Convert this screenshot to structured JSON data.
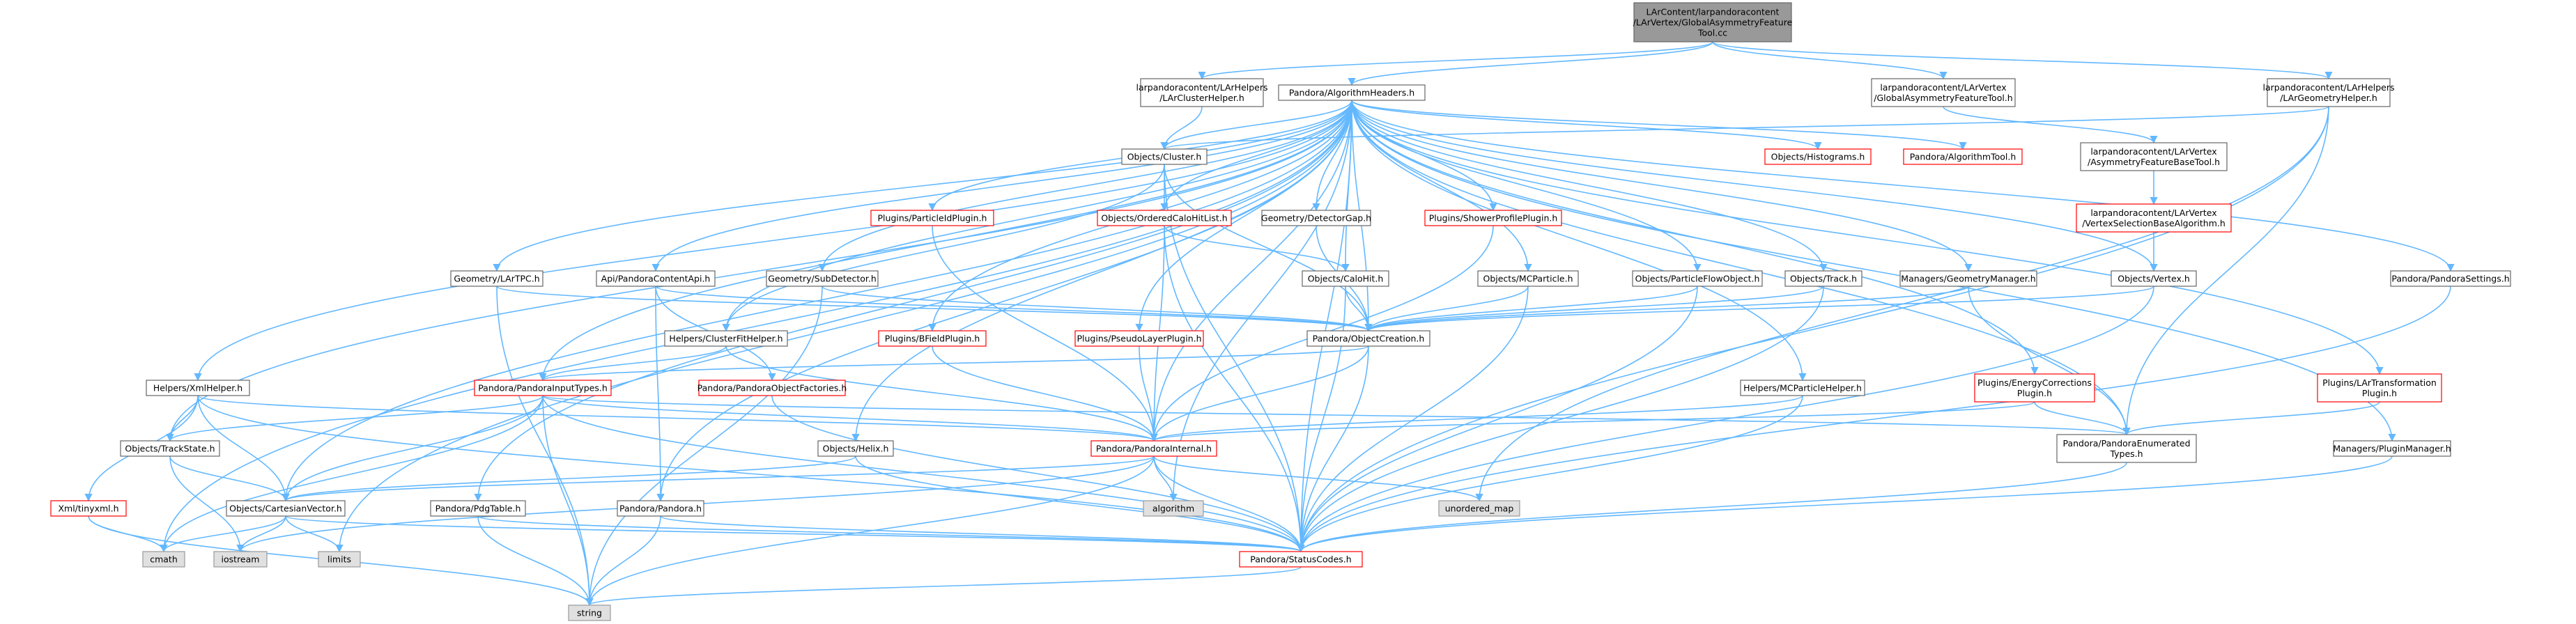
{
  "diagram": {
    "colors": {
      "edge": "#63b8ff",
      "node_border": "#666666",
      "node_border_undocumented": "#ff0000",
      "system_node_fill": "#e0e0e0",
      "root_node_fill": "#999999"
    },
    "nodes": [
      {
        "id": "root",
        "kind": "root",
        "lines": [
          "LArContent/larpandoracontent",
          "/LArVertex/GlobalAsymmetryFeature",
          "Tool.cc"
        ]
      },
      {
        "id": "clusterhelper",
        "kind": "normal",
        "lines": [
          "larpandoracontent/LArHelpers",
          "/LArClusterHelper.h"
        ]
      },
      {
        "id": "algheaders",
        "kind": "normal",
        "lines": [
          "Pandora/AlgorithmHeaders.h"
        ]
      },
      {
        "id": "gaft_h",
        "kind": "normal",
        "lines": [
          "larpandoracontent/LArVertex",
          "/GlobalAsymmetryFeatureTool.h"
        ]
      },
      {
        "id": "geomhelper",
        "kind": "normal",
        "lines": [
          "larpandoracontent/LArHelpers",
          "/LArGeometryHelper.h"
        ]
      },
      {
        "id": "cluster",
        "kind": "normal",
        "lines": [
          "Objects/Cluster.h"
        ]
      },
      {
        "id": "histograms",
        "kind": "red",
        "lines": [
          "Objects/Histograms.h"
        ]
      },
      {
        "id": "algtool",
        "kind": "red",
        "lines": [
          "Pandora/AlgorithmTool.h"
        ]
      },
      {
        "id": "asymbase",
        "kind": "normal",
        "lines": [
          "larpandoracontent/LArVertex",
          "/AsymmetryFeatureBaseTool.h"
        ]
      },
      {
        "id": "pidplugin",
        "kind": "red",
        "lines": [
          "Plugins/ParticleIdPlugin.h"
        ]
      },
      {
        "id": "detgap",
        "kind": "normal",
        "lines": [
          "Geometry/DetectorGap.h"
        ]
      },
      {
        "id": "showerplugin",
        "kind": "red",
        "lines": [
          "Plugins/ShowerProfilePlugin.h"
        ]
      },
      {
        "id": "orderedcalo",
        "kind": "red",
        "lines": [
          "Objects/OrderedCaloHitList.h"
        ]
      },
      {
        "id": "vertexsel",
        "kind": "red",
        "lines": [
          "larpandoracontent/LArVertex",
          "/VertexSelectionBaseAlgorithm.h"
        ]
      },
      {
        "id": "lartpc",
        "kind": "normal",
        "lines": [
          "Geometry/LArTPC.h"
        ]
      },
      {
        "id": "contentapi",
        "kind": "normal",
        "lines": [
          "Api/PandoraContentApi.h"
        ]
      },
      {
        "id": "subdetector",
        "kind": "normal",
        "lines": [
          "Geometry/SubDetector.h"
        ]
      },
      {
        "id": "calohit",
        "kind": "normal",
        "lines": [
          "Objects/CaloHit.h"
        ]
      },
      {
        "id": "mcparticle",
        "kind": "normal",
        "lines": [
          "Objects/MCParticle.h"
        ]
      },
      {
        "id": "pfo",
        "kind": "normal",
        "lines": [
          "Objects/ParticleFlowObject.h"
        ]
      },
      {
        "id": "track",
        "kind": "normal",
        "lines": [
          "Objects/Track.h"
        ]
      },
      {
        "id": "geommanager",
        "kind": "normal",
        "lines": [
          "Managers/GeometryManager.h"
        ]
      },
      {
        "id": "vertex",
        "kind": "normal",
        "lines": [
          "Objects/Vertex.h"
        ]
      },
      {
        "id": "settings",
        "kind": "normal",
        "lines": [
          "Pandora/PandoraSettings.h"
        ]
      },
      {
        "id": "bfield",
        "kind": "red",
        "lines": [
          "Plugins/BFieldPlugin.h"
        ]
      },
      {
        "id": "pseudolayer",
        "kind": "red",
        "lines": [
          "Plugins/PseudoLayerPlugin.h"
        ]
      },
      {
        "id": "objcreation",
        "kind": "normal",
        "lines": [
          "Pandora/ObjectCreation.h"
        ]
      },
      {
        "id": "clusterfit",
        "kind": "normal",
        "lines": [
          "Helpers/ClusterFitHelper.h"
        ]
      },
      {
        "id": "xmlhelper",
        "kind": "normal",
        "lines": [
          "Helpers/XmlHelper.h"
        ]
      },
      {
        "id": "inputtypes",
        "kind": "red",
        "lines": [
          "Pandora/PandoraInputTypes.h"
        ]
      },
      {
        "id": "objfactories",
        "kind": "red",
        "lines": [
          "Pandora/PandoraObjectFactories.h"
        ]
      },
      {
        "id": "mcphelper",
        "kind": "normal",
        "lines": [
          "Helpers/MCParticleHelper.h"
        ]
      },
      {
        "id": "energycorr",
        "kind": "red",
        "lines": [
          "Plugins/EnergyCorrections",
          "Plugin.h"
        ]
      },
      {
        "id": "lartransform",
        "kind": "red",
        "lines": [
          "Plugins/LArTransformation",
          "Plugin.h"
        ]
      },
      {
        "id": "trackstate",
        "kind": "normal",
        "lines": [
          "Objects/TrackState.h"
        ]
      },
      {
        "id": "helix",
        "kind": "normal",
        "lines": [
          "Objects/Helix.h"
        ]
      },
      {
        "id": "internal",
        "kind": "red",
        "lines": [
          "Pandora/PandoraInternal.h"
        ]
      },
      {
        "id": "enumerated",
        "kind": "normal",
        "lines": [
          "Pandora/PandoraEnumerated",
          "Types.h"
        ]
      },
      {
        "id": "pluginmanager",
        "kind": "normal",
        "lines": [
          "Managers/PluginManager.h"
        ]
      },
      {
        "id": "tinyxml",
        "kind": "red",
        "lines": [
          "Xml/tinyxml.h"
        ]
      },
      {
        "id": "cartesian",
        "kind": "normal",
        "lines": [
          "Objects/CartesianVector.h"
        ]
      },
      {
        "id": "pdgtable",
        "kind": "normal",
        "lines": [
          "Pandora/PdgTable.h"
        ]
      },
      {
        "id": "pandora",
        "kind": "normal",
        "lines": [
          "Pandora/Pandora.h"
        ]
      },
      {
        "id": "algorithm",
        "kind": "ext",
        "lines": [
          "algorithm"
        ]
      },
      {
        "id": "unordered_map",
        "kind": "ext",
        "lines": [
          "unordered_map"
        ]
      },
      {
        "id": "cmath",
        "kind": "ext",
        "lines": [
          "cmath"
        ]
      },
      {
        "id": "iostream",
        "kind": "ext",
        "lines": [
          "iostream"
        ]
      },
      {
        "id": "limits",
        "kind": "ext",
        "lines": [
          "limits"
        ]
      },
      {
        "id": "statuscodes",
        "kind": "red",
        "lines": [
          "Pandora/StatusCodes.h"
        ]
      },
      {
        "id": "string",
        "kind": "ext",
        "lines": [
          "string"
        ]
      }
    ],
    "edges": [
      [
        "root",
        "clusterhelper"
      ],
      [
        "root",
        "algheaders"
      ],
      [
        "root",
        "gaft_h"
      ],
      [
        "root",
        "geomhelper"
      ],
      [
        "clusterhelper",
        "cluster"
      ],
      [
        "algheaders",
        "cluster"
      ],
      [
        "algheaders",
        "histograms"
      ],
      [
        "algheaders",
        "algtool"
      ],
      [
        "algheaders",
        "pidplugin"
      ],
      [
        "algheaders",
        "detgap"
      ],
      [
        "algheaders",
        "showerplugin"
      ],
      [
        "algheaders",
        "orderedcalo"
      ],
      [
        "algheaders",
        "lartpc"
      ],
      [
        "algheaders",
        "contentapi"
      ],
      [
        "algheaders",
        "subdetector"
      ],
      [
        "algheaders",
        "calohit"
      ],
      [
        "algheaders",
        "mcparticle"
      ],
      [
        "algheaders",
        "pfo"
      ],
      [
        "algheaders",
        "track"
      ],
      [
        "algheaders",
        "geommanager"
      ],
      [
        "algheaders",
        "vertex"
      ],
      [
        "algheaders",
        "settings"
      ],
      [
        "algheaders",
        "bfield"
      ],
      [
        "algheaders",
        "pseudolayer"
      ],
      [
        "algheaders",
        "clusterfit"
      ],
      [
        "algheaders",
        "xmlhelper"
      ],
      [
        "algheaders",
        "inputtypes"
      ],
      [
        "algheaders",
        "mcphelper"
      ],
      [
        "algheaders",
        "energycorr"
      ],
      [
        "algheaders",
        "lartransform"
      ],
      [
        "algheaders",
        "trackstate"
      ],
      [
        "algheaders",
        "helix"
      ],
      [
        "algheaders",
        "internal"
      ],
      [
        "algheaders",
        "enumerated"
      ],
      [
        "algheaders",
        "pluginmanager"
      ],
      [
        "algheaders",
        "cartesian"
      ],
      [
        "algheaders",
        "pdgtable"
      ],
      [
        "algheaders",
        "pandora"
      ],
      [
        "algheaders",
        "algorithm"
      ],
      [
        "algheaders",
        "cmath"
      ],
      [
        "algheaders",
        "limits"
      ],
      [
        "algheaders",
        "statuscodes"
      ],
      [
        "algheaders",
        "objcreation"
      ],
      [
        "gaft_h",
        "asymbase"
      ],
      [
        "asymbase",
        "vertexsel"
      ],
      [
        "vertexsel",
        "vertex"
      ],
      [
        "geomhelper",
        "cluster"
      ],
      [
        "geomhelper",
        "enumerated"
      ],
      [
        "geomhelper",
        "statuscodes"
      ],
      [
        "geomhelper",
        "unordered_map"
      ],
      [
        "cluster",
        "orderedcalo"
      ],
      [
        "cluster",
        "objcreation"
      ],
      [
        "cluster",
        "statuscodes"
      ],
      [
        "cluster",
        "clusterfit"
      ],
      [
        "orderedcalo",
        "calohit"
      ],
      [
        "orderedcalo",
        "internal"
      ],
      [
        "orderedcalo",
        "statuscodes"
      ],
      [
        "pidplugin",
        "internal"
      ],
      [
        "showerplugin",
        "internal"
      ],
      [
        "detgap",
        "objcreation"
      ],
      [
        "lartpc",
        "objcreation"
      ],
      [
        "lartpc",
        "string"
      ],
      [
        "contentapi",
        "objcreation"
      ],
      [
        "contentapi",
        "objfactories"
      ],
      [
        "contentapi",
        "pandora"
      ],
      [
        "subdetector",
        "objcreation"
      ],
      [
        "subdetector",
        "string"
      ],
      [
        "calohit",
        "objcreation"
      ],
      [
        "calohit",
        "statuscodes"
      ],
      [
        "mcparticle",
        "objcreation"
      ],
      [
        "mcparticle",
        "statuscodes"
      ],
      [
        "pfo",
        "objcreation"
      ],
      [
        "pfo",
        "statuscodes"
      ],
      [
        "track",
        "objcreation"
      ],
      [
        "track",
        "statuscodes"
      ],
      [
        "geommanager",
        "objcreation"
      ],
      [
        "geommanager",
        "enumerated"
      ],
      [
        "vertex",
        "objcreation"
      ],
      [
        "vertex",
        "statuscodes"
      ],
      [
        "settings",
        "statuscodes"
      ],
      [
        "bfield",
        "internal"
      ],
      [
        "pseudolayer",
        "internal"
      ],
      [
        "objcreation",
        "inputtypes"
      ],
      [
        "objcreation",
        "internal"
      ],
      [
        "objcreation",
        "statuscodes"
      ],
      [
        "clusterfit",
        "inputtypes"
      ],
      [
        "clusterfit",
        "internal"
      ],
      [
        "xmlhelper",
        "trackstate"
      ],
      [
        "xmlhelper",
        "cartesian"
      ],
      [
        "xmlhelper",
        "tinyxml"
      ],
      [
        "xmlhelper",
        "internal"
      ],
      [
        "xmlhelper",
        "statuscodes"
      ],
      [
        "inputtypes",
        "trackstate"
      ],
      [
        "inputtypes",
        "cartesian"
      ],
      [
        "inputtypes",
        "internal"
      ],
      [
        "inputtypes",
        "enumerated"
      ],
      [
        "inputtypes",
        "statuscodes"
      ],
      [
        "inputtypes",
        "string"
      ],
      [
        "inputtypes",
        "cmath"
      ],
      [
        "objfactories",
        "statuscodes"
      ],
      [
        "mcphelper",
        "internal"
      ],
      [
        "mcphelper",
        "statuscodes"
      ],
      [
        "energycorr",
        "internal"
      ],
      [
        "energycorr",
        "enumerated"
      ],
      [
        "lartransform",
        "enumerated"
      ],
      [
        "trackstate",
        "cartesian"
      ],
      [
        "trackstate",
        "iostream"
      ],
      [
        "helix",
        "cartesian"
      ],
      [
        "helix",
        "statuscodes"
      ],
      [
        "internal",
        "cartesian"
      ],
      [
        "internal",
        "algorithm"
      ],
      [
        "internal",
        "unordered_map"
      ],
      [
        "internal",
        "statuscodes"
      ],
      [
        "internal",
        "string"
      ],
      [
        "internal",
        "iostream"
      ],
      [
        "enumerated",
        "statuscodes"
      ],
      [
        "pluginmanager",
        "statuscodes"
      ],
      [
        "tinyxml",
        "cmath"
      ],
      [
        "tinyxml",
        "string"
      ],
      [
        "cartesian",
        "cmath"
      ],
      [
        "cartesian",
        "iostream"
      ],
      [
        "cartesian",
        "limits"
      ],
      [
        "cartesian",
        "statuscodes"
      ],
      [
        "pdgtable",
        "statuscodes"
      ],
      [
        "pdgtable",
        "string"
      ],
      [
        "pandora",
        "statuscodes"
      ],
      [
        "pandora",
        "string"
      ],
      [
        "statuscodes",
        "string"
      ]
    ]
  }
}
